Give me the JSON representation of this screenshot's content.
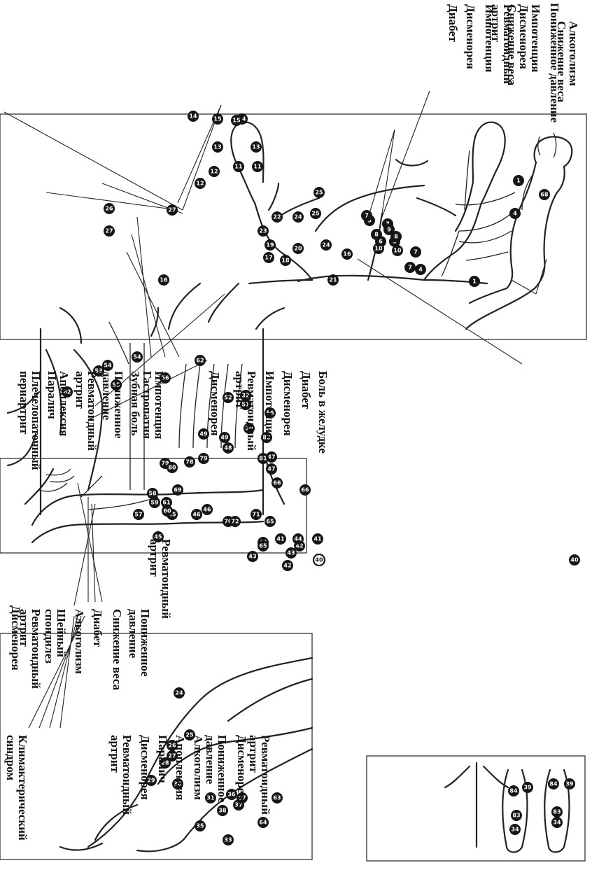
{
  "figure": {
    "background": "#ffffff",
    "ink": "#151515"
  },
  "panels": {
    "front": {
      "labels": {
        "alcoholism_weight": "Алкоголизм\nСнижение веса",
        "low_pressure": "Пониженное давление",
        "impotence_dysmen_weight": "Импотенция\nДисменорея\nСнижение веса",
        "rheumatoid": "Ревматоидный\nартрит",
        "impotence": "Импотенция",
        "dysmenorrhea": "Дисменорея",
        "diabetes": "Диабет",
        "shoulder": "Плечелопаточный\nпериартрит",
        "apoplexy_paralysis": "Апоплексия\nПаралич",
        "rheumatoid_right": "Ревматоидный\nартрит",
        "lowp_right": "Пониженное\nдавление",
        "impot_gastro_tooth": "Импотенция\nГастропатия\nЗубная боль",
        "dysmen_right": "Дисменорея",
        "rheumatoid_leg": "Ревматоидный\nартрит",
        "impotence_leg": "Импотенция",
        "dysmen_leg": "Дисменорея",
        "diabetes_leg": "Диабет",
        "stomach": "Боль в желудке"
      },
      "points": [
        "1",
        "1",
        "4",
        "4",
        "3",
        "5",
        "6",
        "7",
        "7",
        "7",
        "7",
        "8",
        "8",
        "9",
        "10",
        "10",
        "11",
        "11",
        "12",
        "12",
        "13",
        "13",
        "14",
        "14",
        "15",
        "15",
        "16",
        "16",
        "17",
        "18",
        "19",
        "20",
        "21",
        "22",
        "23",
        "24",
        "24",
        "25",
        "25",
        "26",
        "27",
        "27",
        "68"
      ]
    },
    "back": {
      "labels": {
        "rheumatoid": "Ревматоидный\nартрит",
        "cervical": "Шейный\nспондилез",
        "alcoholism": "Алкоголизм",
        "diabetes": "Диабет",
        "weight": "Снижение веса",
        "lowp": "Пониженное\nдавление"
      },
      "points": [
        "32",
        "40",
        "40",
        "41",
        "41",
        "42",
        "42",
        "43",
        "43",
        "44",
        "44",
        "45",
        "45",
        "46",
        "46",
        "47",
        "47",
        "48",
        "49",
        "49",
        "50",
        "51",
        "52",
        "53",
        "54",
        "54",
        "55",
        "56",
        "56",
        "62",
        "62",
        "65",
        "65",
        "66",
        "66",
        "70",
        "71",
        "72",
        "78",
        "79",
        "79",
        "80",
        "81",
        "82"
      ]
    },
    "arm": {
      "labels": {
        "rheumatoid": "Ревматоидный\nартрит"
      },
      "points": [
        "57",
        "58",
        "59",
        "60",
        "61",
        "69"
      ]
    },
    "leg": {
      "labels": {
        "dysmenorrhea": "Дисменорея",
        "climacteric": "Климактерический\nсиндром",
        "rheum_dysmen": "Ревматоидный\nартрит\nДисменорея",
        "lowp_alc": "Пониженное\nдавление\nАлкоголизм",
        "apoplexy": "Апоплексия",
        "paralysis": "Паралич",
        "dysmen2": "Дисменорея",
        "rheumatoid": "Ревматоидный\nартрит"
      },
      "points": [
        "24",
        "25",
        "26",
        "27",
        "28",
        "29",
        "30",
        "31",
        "33",
        "35",
        "36",
        "37",
        "38",
        "63",
        "64",
        "67"
      ]
    },
    "feet": {
      "points": [
        "34",
        "34",
        "39",
        "39",
        "83",
        "83",
        "84",
        "84"
      ]
    }
  }
}
